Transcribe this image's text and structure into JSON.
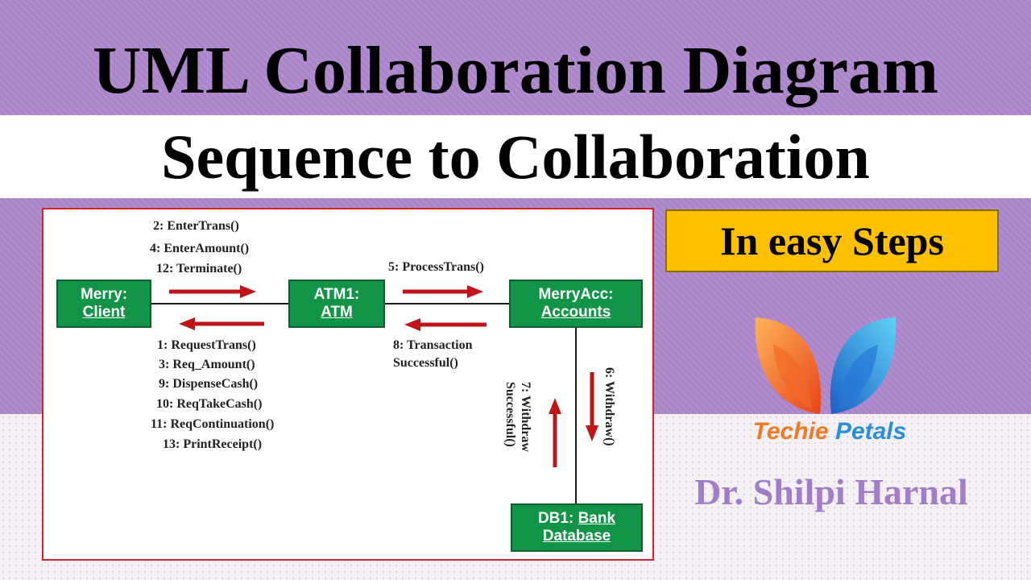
{
  "header": {
    "title": "UML Collaboration Diagram",
    "subtitle": "Sequence to Collaboration"
  },
  "diagram": {
    "objects": {
      "client": {
        "name": "Merry:",
        "type": "Client"
      },
      "atm": {
        "name": "ATM1:",
        "type": "ATM"
      },
      "accounts": {
        "name": "MerryAcc:",
        "type": "Accounts"
      },
      "database": {
        "name": "DB1:",
        "type_part1": "Bank",
        "type_part2": "Database"
      }
    },
    "messages": {
      "client_to_atm": [
        "2: EnterTrans()",
        "4: EnterAmount()",
        "12: Terminate()"
      ],
      "atm_to_client": [
        "1: RequestTrans()",
        "3: Req_Amount()",
        "9: DispenseCash()",
        "10: ReqTakeCash()",
        "11: ReqContinuation()",
        "13: PrintReceipt()"
      ],
      "atm_to_accounts": "5: ProcessTrans()",
      "accounts_to_atm": [
        "8: Transaction",
        "Successful()"
      ],
      "accounts_to_db": "6: Withdraw()",
      "db_to_accounts": [
        "7: Withdraw",
        "Successful()"
      ]
    },
    "colors": {
      "object_fill": "#119447",
      "arrow": "#c0141b",
      "border": "#d6232a"
    }
  },
  "badge": {
    "text": "In easy Steps"
  },
  "brand": {
    "part1": "Techie",
    "part2": "Petals",
    "logo_icon": "petals-logo-icon"
  },
  "author": {
    "name": "Dr. Shilpi Harnal"
  }
}
